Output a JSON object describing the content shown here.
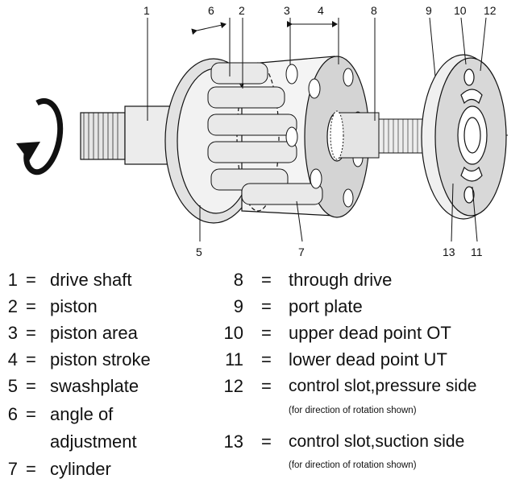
{
  "diagram": {
    "callouts": [
      "1",
      "6",
      "2",
      "3",
      "4",
      "8",
      "9",
      "10",
      "12",
      "5",
      "7",
      "13",
      "11"
    ]
  },
  "legend": [
    {
      "num": "1",
      "eq": "=",
      "text": "drive shaft"
    },
    {
      "num": "2",
      "eq": "=",
      "text": "piston"
    },
    {
      "num": "3",
      "eq": "=",
      "text": "piston area"
    },
    {
      "num": "4",
      "eq": "=",
      "text": "piston stroke"
    },
    {
      "num": "5",
      "eq": "=",
      "text": "swashplate"
    },
    {
      "num": "6",
      "eq": "=",
      "text": "angle of"
    },
    {
      "num": "",
      "eq": "",
      "text": "adjustment"
    },
    {
      "num": "7",
      "eq": "=",
      "text": "cylinder"
    },
    {
      "num": "8",
      "eq": "=",
      "text": "through drive"
    },
    {
      "num": "9",
      "eq": "=",
      "text": "port plate"
    },
    {
      "num": "10",
      "eq": "=",
      "text": "upper dead point OT"
    },
    {
      "num": "11",
      "eq": "=",
      "text": "lower dead point UT"
    },
    {
      "num": "12",
      "eq": "=",
      "text": "control slot,pressure side"
    },
    {
      "num": "13",
      "eq": "=",
      "text": "control slot,suction side"
    }
  ],
  "notes": [
    "(for direction of rotation shown)",
    "(for direction of rotation shown)"
  ]
}
